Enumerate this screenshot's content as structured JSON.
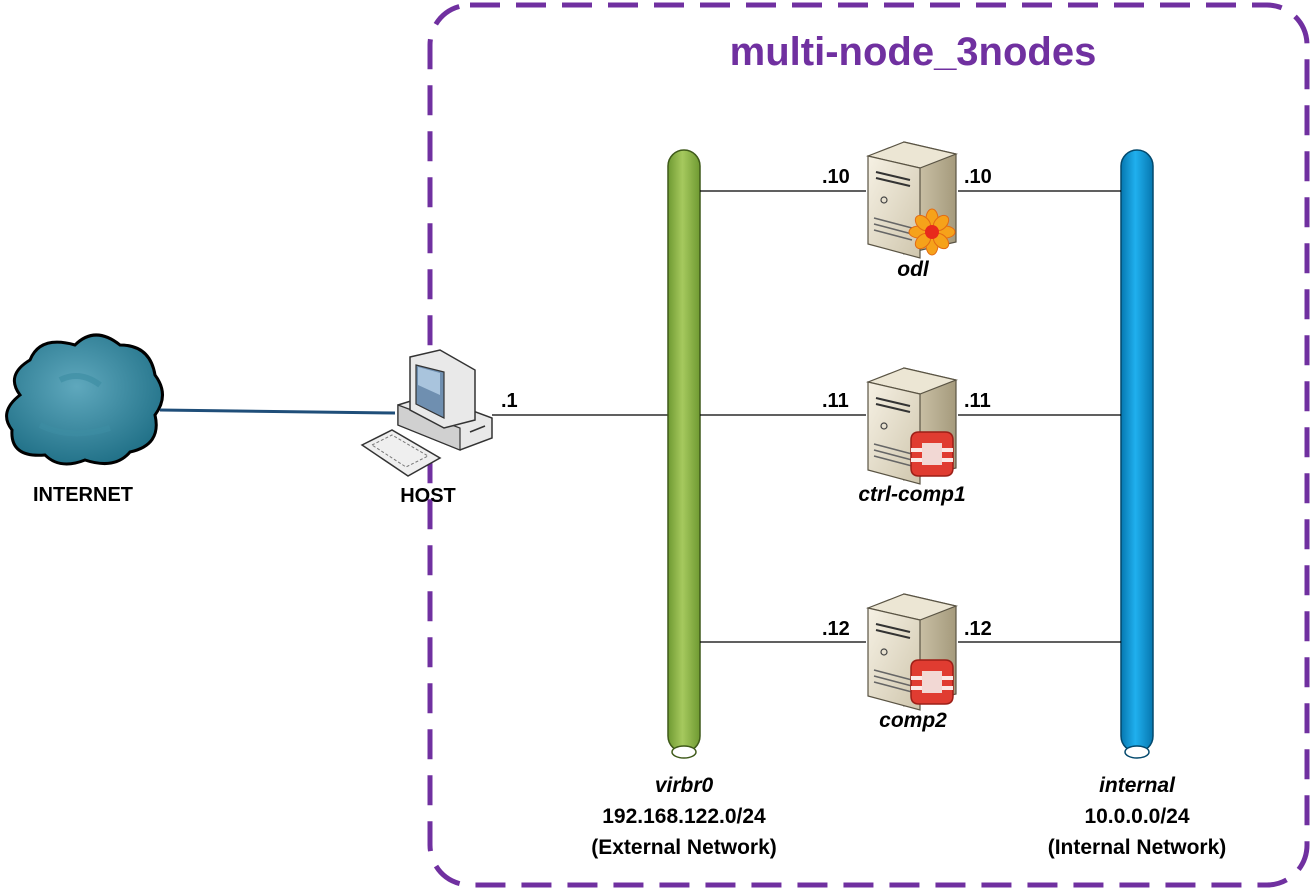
{
  "title": "multi-node_3nodes",
  "internet": {
    "label": "INTERNET",
    "icon": "cloud-icon"
  },
  "host": {
    "label": "HOST",
    "ip": ".1",
    "icon": "computer-icon"
  },
  "networks": [
    {
      "name": "virbr0",
      "subnet": "192.168.122.0/24",
      "desc": "(External Network)",
      "color": "#8db14b"
    },
    {
      "name": "internal",
      "subnet": "10.0.0.0/24",
      "desc": "(Internal Network)",
      "color": "#0f9ad8"
    }
  ],
  "nodes": [
    {
      "name": "odl",
      "ip_left": ".10",
      "ip_right": ".10",
      "badge": "opendaylight-logo-icon"
    },
    {
      "name": "ctrl-comp1",
      "ip_left": ".11",
      "ip_right": ".11",
      "badge": "openstack-logo-icon"
    },
    {
      "name": "comp2",
      "ip_left": ".12",
      "ip_right": ".12",
      "badge": "openstack-logo-icon"
    }
  ],
  "colors": {
    "boundary": "#7030a0",
    "uplink": "#1f4e79",
    "wire": "#000000"
  }
}
